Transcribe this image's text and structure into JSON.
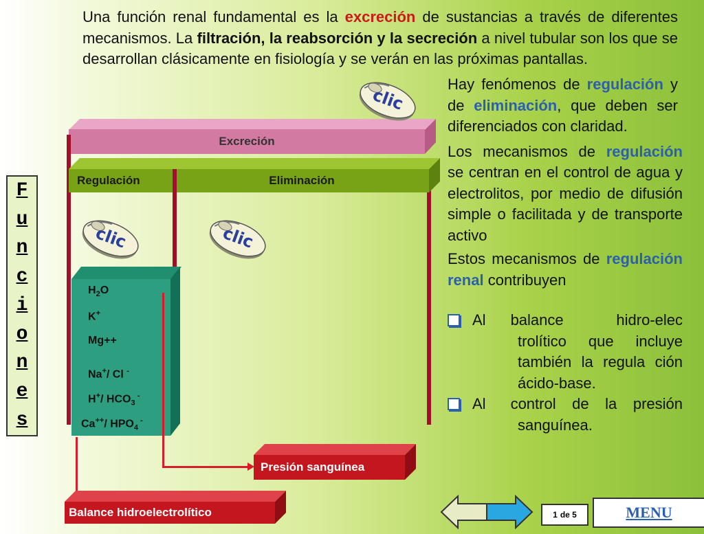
{
  "intro": {
    "t1": "Una función renal fundamental es la ",
    "excrecion": "excreción",
    "t2": " de sustancias a través de diferentes mecanismos. La ",
    "mechanisms": "filtración, la reabsorción y la secreción",
    "t3": " a nivel tubular son los que se desarrollan clásicamente en fisiología y se verán en las próximas pantallas."
  },
  "right": {
    "hay_t1": "Hay fenómenos de ",
    "hay_regulacion": "regulación",
    "hay_t2": " y de ",
    "hay_eliminacion": "eliminación",
    "hay_t3": ", que deben ser diferenciados con claridad.",
    "los_t1": "Los mecanismos de ",
    "los_regulacion": "regulación",
    "los_t2": " se centran en el control de agua y electrolitos, por medio de difusión simple o facilitada y de transporte activo",
    "estos_t1": "Estos mecanismos de ",
    "estos_blue": "regulación renal",
    "estos_t2": " contribuyen",
    "bullets": [
      {
        "lead": "Al",
        "text": "balance hidro-elec trolítico que incluye también la regula ción ácido-base."
      },
      {
        "lead": "Al",
        "text": "control de la presión sanguínea."
      }
    ]
  },
  "funciones": [
    "F",
    "u",
    "n",
    "c",
    "i",
    "o",
    "n",
    "e",
    "s"
  ],
  "diagram": {
    "excrecion": "Excreción",
    "regulacion": "Regulación",
    "eliminacion": "Eliminación",
    "ions": {
      "h2o_a": "H",
      "h2o_sub": "2",
      "h2o_b": "O",
      "k": "K",
      "k_sup": "+",
      "mg": "Mg++",
      "na": "Na",
      "na_sup": "+",
      "cl": "/ Cl ",
      "cl_sup": "-",
      "h": "H",
      "h_sup": "+",
      "hco": "/ HCO",
      "hco_sub": "3",
      "hco_sup": " -",
      "ca": "Ca",
      "ca_sup": "++",
      "hpo": "/ HPO",
      "hpo_sub": "4",
      "hpo_sup": " -"
    },
    "presion": "Presión sanguínea",
    "balance": "Balance hidroelectrolítico"
  },
  "clic_label": "clic",
  "nav": {
    "page_current": "1",
    "page_of": "de 5",
    "menu": "MENU"
  },
  "colors": {
    "accent_blue": "#2b5fb0",
    "accent_red": "#cc1a1a",
    "excrecion_bar": "#d37aa3",
    "green_bar": "#79a317",
    "ion_box": "#2e9e80",
    "destination_bar": "#c4161e"
  }
}
